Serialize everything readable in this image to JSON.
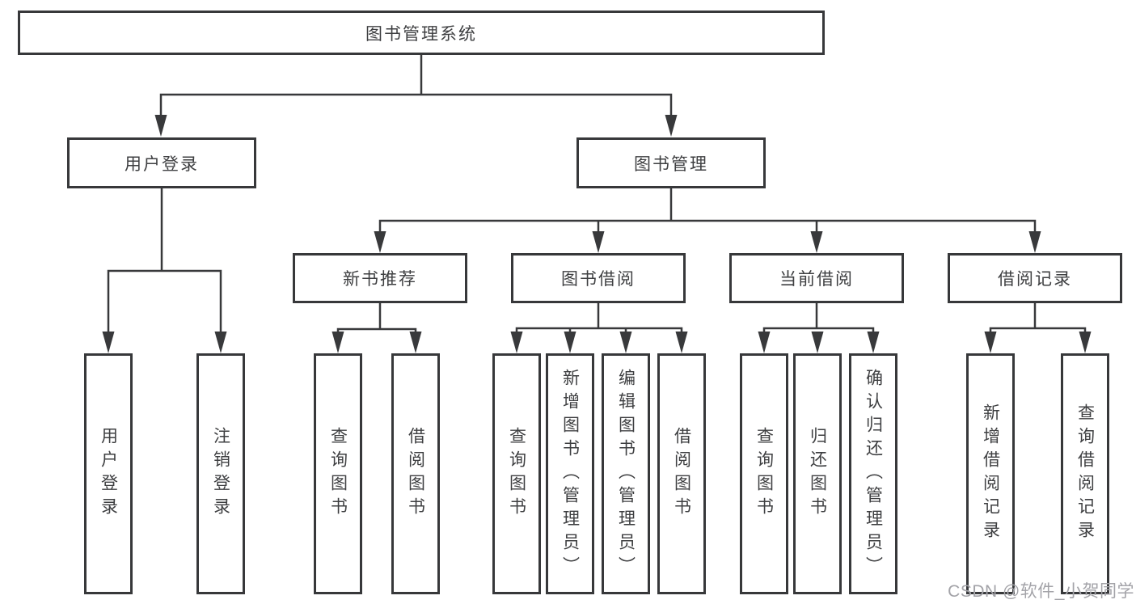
{
  "root": {
    "label": "图书管理系统"
  },
  "level2": {
    "user_login": "用户登录",
    "book_management": "图书管理"
  },
  "level3": {
    "new_book_recommendation": "新书推荐",
    "book_borrowing": "图书借阅",
    "current_borrowing": "当前借阅",
    "borrowing_records": "借阅记录"
  },
  "leaves": {
    "user_login": [
      "用户登录",
      "注销登录"
    ],
    "new_book_recommendation": [
      "查询图书",
      "借阅图书"
    ],
    "book_borrowing": [
      "查询图书",
      "新增图书（管理员）",
      "编辑图书（管理员）",
      "借阅图书"
    ],
    "current_borrowing": [
      "查询图书",
      "归还图书",
      "确认归还（管理员）"
    ],
    "borrowing_records": [
      "新增借阅记录",
      "查询借阅记录"
    ]
  },
  "watermark": {
    "text": "CSDN @软件_小贺同学"
  },
  "colors": {
    "line": "#38393b",
    "border": "#37383a",
    "text": "#3e3f41",
    "watermark": "#a3a3a8",
    "background": "#ffffff"
  }
}
